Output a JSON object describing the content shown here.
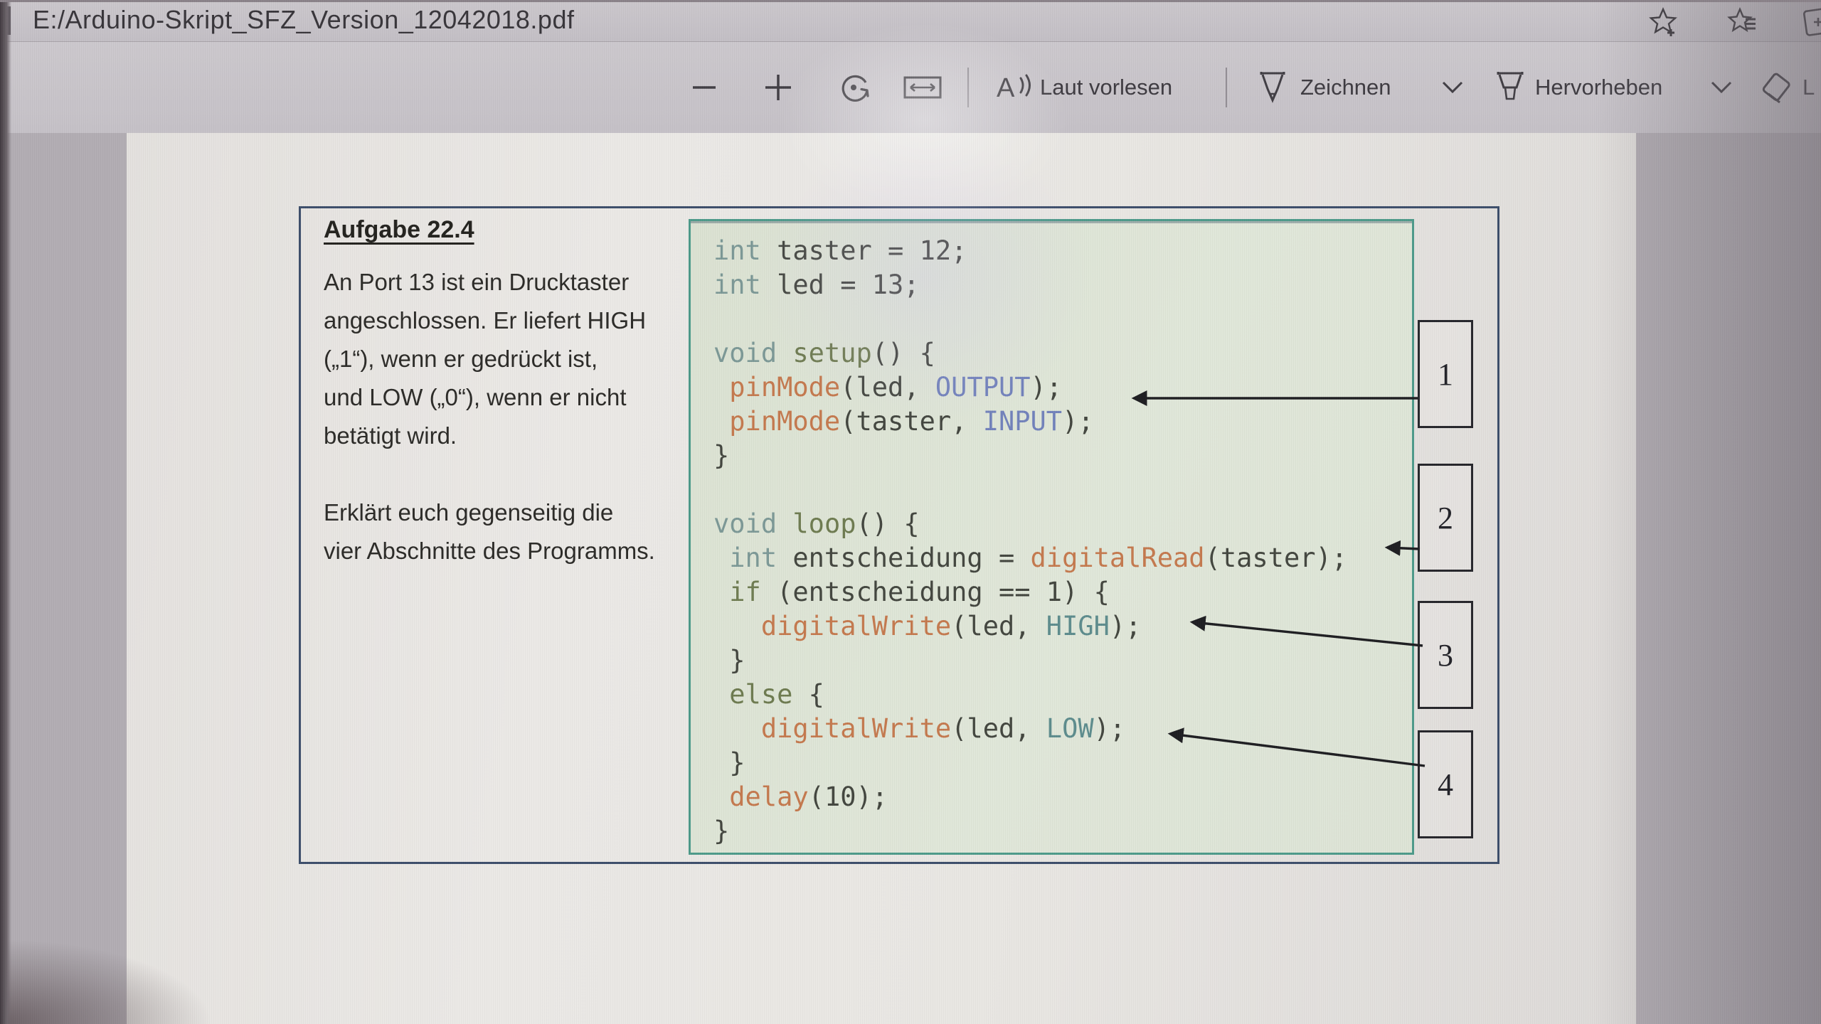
{
  "window": {
    "tab_separator": "|",
    "title": "E:/Arduino-Skript_SFZ_Version_12042018.pdf",
    "icons": [
      "add-favorite-star",
      "favorites-star-list",
      "collections"
    ]
  },
  "toolbar": {
    "zoom_out": "−",
    "zoom_in": "+",
    "read_aloud_label": "Laut vorlesen",
    "draw_label": "Zeichnen",
    "highlight_label": "Hervorheben",
    "erase_label_partial": "L"
  },
  "document": {
    "heading": "Aufgabe 22.4",
    "intro_lines": [
      "An Port 13 ist ein Drucktaster",
      "angeschlossen. Er liefert HIGH",
      "(„1“), wenn er gedrückt ist,",
      "und LOW („0“), wenn er nicht",
      "betätigt wird."
    ],
    "task_lines": [
      "Erklärt euch gegenseitig die",
      "vier Abschnitte des Programms."
    ],
    "callouts": [
      "1",
      "2",
      "3",
      "4"
    ],
    "code_lines": [
      [
        [
          "k",
          "int"
        ],
        [
          "p",
          " taster = 12;"
        ]
      ],
      [
        [
          "k",
          "int"
        ],
        [
          "p",
          " led = 13;"
        ]
      ],
      [],
      [
        [
          "k",
          "void"
        ],
        [
          "p",
          " "
        ],
        [
          "s",
          "setup"
        ],
        [
          "p",
          "() {"
        ]
      ],
      [
        [
          "p",
          " "
        ],
        [
          "f",
          "pinMode"
        ],
        [
          "p",
          "(led, "
        ],
        [
          "c",
          "OUTPUT"
        ],
        [
          "p",
          ");"
        ]
      ],
      [
        [
          "p",
          " "
        ],
        [
          "f",
          "pinMode"
        ],
        [
          "p",
          "(taster, "
        ],
        [
          "c",
          "INPUT"
        ],
        [
          "p",
          ");"
        ]
      ],
      [
        [
          "p",
          "}"
        ]
      ],
      [],
      [
        [
          "k",
          "void"
        ],
        [
          "p",
          " "
        ],
        [
          "s",
          "loop"
        ],
        [
          "p",
          "() {"
        ]
      ],
      [
        [
          "p",
          " "
        ],
        [
          "k",
          "int"
        ],
        [
          "p",
          " entscheidung = "
        ],
        [
          "f",
          "digitalRead"
        ],
        [
          "p",
          "(taster);"
        ]
      ],
      [
        [
          "p",
          " "
        ],
        [
          "s",
          "if"
        ],
        [
          "p",
          " (entscheidung == 1) {"
        ]
      ],
      [
        [
          "p",
          "   "
        ],
        [
          "f",
          "digitalWrite"
        ],
        [
          "p",
          "(led, "
        ],
        [
          "c2",
          "HIGH"
        ],
        [
          "p",
          ");"
        ]
      ],
      [
        [
          "p",
          " }"
        ]
      ],
      [
        [
          "p",
          " "
        ],
        [
          "s",
          "else"
        ],
        [
          "p",
          " {"
        ]
      ],
      [
        [
          "p",
          "   "
        ],
        [
          "f",
          "digitalWrite"
        ],
        [
          "p",
          "(led, "
        ],
        [
          "c2",
          "LOW"
        ],
        [
          "p",
          ");"
        ]
      ],
      [
        [
          "p",
          " }"
        ]
      ],
      [
        [
          "p",
          " "
        ],
        [
          "f",
          "delay"
        ],
        [
          "p",
          "(10);"
        ]
      ],
      [
        [
          "p",
          "}"
        ]
      ]
    ]
  },
  "colors": {
    "code-border": "#4d9a8a",
    "frame-border": "#3d4e6b",
    "kw": "#7c9896",
    "struct": "#6e7b50",
    "fn": "#c4794e",
    "const-blue": "#7282bb",
    "const-teal": "#5d8c8d",
    "plain": "#43463f"
  }
}
